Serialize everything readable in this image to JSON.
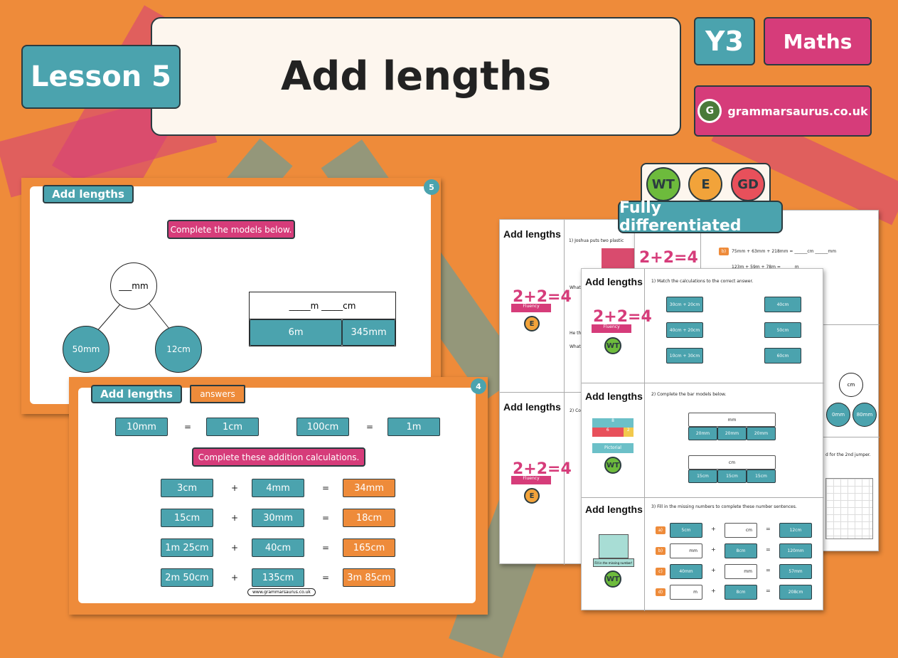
{
  "header": {
    "lesson": "Lesson 5",
    "title": "Add lengths",
    "year": "Y3",
    "subject": "Maths",
    "brand": "grammarsaurus.co.uk"
  },
  "colors": {
    "background": "#ee8b3a",
    "teal": "#4ba3ae",
    "pink": "#d63c7a",
    "orange": "#ee8b3a"
  },
  "differentiation": {
    "badges": [
      "WT",
      "E",
      "GD"
    ],
    "label": "Fully differentiated"
  },
  "slide1": {
    "title": "Add lengths",
    "number": "5",
    "instruction": "Complete the models below.",
    "part_whole": {
      "whole": "___mm",
      "parts": [
        "50mm",
        "12cm"
      ]
    },
    "bar": {
      "whole": "_____m _____cm",
      "parts": [
        "6m",
        "345mm"
      ]
    }
  },
  "slide2": {
    "title": "Add lengths",
    "tag": "answers",
    "number": "4",
    "facts": [
      {
        "left": "10mm",
        "eq": "=",
        "right": "1cm"
      },
      {
        "left": "100cm",
        "eq": "=",
        "right": "1m"
      }
    ],
    "instruction": "Complete these addition calculations.",
    "rows": [
      [
        "3cm",
        "+",
        "4mm",
        "=",
        "34mm"
      ],
      [
        "15cm",
        "+",
        "30mm",
        "=",
        "18cm"
      ],
      [
        "1m 25cm",
        "+",
        "40cm",
        "=",
        "165cm"
      ],
      [
        "2m 50cm",
        "+",
        "135cm",
        "=",
        "3m 85cm"
      ]
    ],
    "footer": "www.grammarsaurus.co.uk"
  },
  "sheet_back": {
    "title1": "Add lengths",
    "q1": "1) Joshua puts two plastic",
    "what1": "What",
    "he": "He th",
    "what2": "What",
    "fluency": "Fluency",
    "badge": "E",
    "title2": "Add lengths",
    "q2": "2) Co",
    "badge2": "E",
    "eq": "2+2=4"
  },
  "sheet_right": {
    "eq": "2+2=4",
    "lines": [
      "b)",
      "75mm + 63mm + 218mm = ______cm ______mm",
      "123m + 59m + 78m = ______m"
    ],
    "tree": {
      "whole": "cm",
      "parts": [
        "0mm",
        "80mm"
      ]
    },
    "jumper": "d for the 2nd jumper."
  },
  "sheet_front": {
    "s1": {
      "title": "Add lengths",
      "q": "1) Match the calculations to the correct answer.",
      "eq": "2+2=4",
      "tag": "Fluency",
      "badge": "WT",
      "left": [
        "30cm + 20cm",
        "40cm + 20cm",
        "10cm + 30cm"
      ],
      "right": [
        "40cm",
        "50cm",
        "60cm"
      ]
    },
    "s2": {
      "title": "Add lengths",
      "q": "2) Complete the bar models below.",
      "tag": "Pictorial",
      "badge": "WT",
      "bar_icon": [
        "8",
        "6",
        "2"
      ],
      "bars": [
        {
          "whole": "mm",
          "parts": [
            "20mm",
            "20mm",
            "20mm"
          ]
        },
        {
          "whole": "cm",
          "parts": [
            "15cm",
            "15cm",
            "15cm"
          ]
        }
      ]
    },
    "s3": {
      "title": "Add lengths",
      "q": "3) Fill in the missing numbers to complete these number sentences.",
      "tag": "Fill in the missing number!",
      "badge": "WT",
      "rows": [
        {
          "l": "a)",
          "a": "5cm",
          "b": "cm",
          "c": "12cm"
        },
        {
          "l": "b)",
          "a": "mm",
          "b": "8cm",
          "c": "120mm"
        },
        {
          "l": "c)",
          "a": "40mm",
          "b": "mm",
          "c": "57mm"
        },
        {
          "l": "d)",
          "a": "m",
          "b": "8cm",
          "c": "208cm"
        }
      ],
      "plus": "+",
      "equals": "="
    }
  }
}
